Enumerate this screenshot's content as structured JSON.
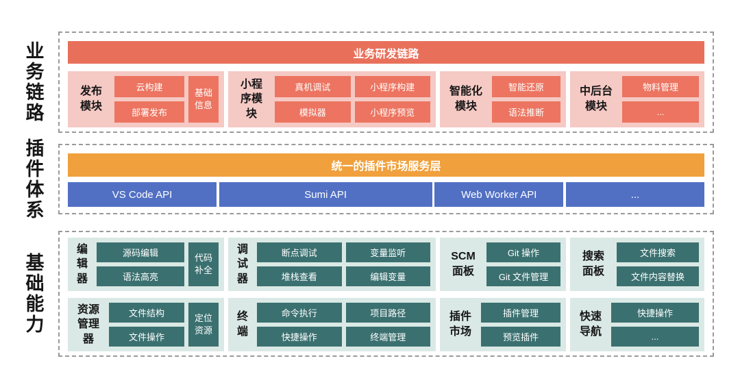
{
  "business": {
    "side_label": "业务链路",
    "header": "业务研发链路",
    "groups": [
      {
        "label": "发布\n模块",
        "blocks": [
          "云构建",
          "部署发布"
        ],
        "side_block": "基础\n信息"
      },
      {
        "label": "小程\n序模\n块",
        "blocks": [
          "真机调试",
          "小程序构建",
          "模拟器",
          "小程序预览"
        ]
      },
      {
        "label": "智能化\n模块",
        "blocks": [
          "智能还原",
          "语法推断"
        ]
      },
      {
        "label": "中后台\n模块",
        "blocks": [
          "物料管理",
          "..."
        ]
      }
    ]
  },
  "plugin": {
    "side_label": "插件体系",
    "header": "统一的插件市场服务层",
    "apis": [
      "VS Code API",
      "Sumi API",
      "Web Worker API",
      "..."
    ]
  },
  "foundation": {
    "side_label": "基础能力",
    "rows": [
      [
        {
          "label": "编\n辑\n器",
          "blocks": [
            "源码编辑",
            "语法高亮"
          ],
          "side_block": "代码\n补全"
        },
        {
          "label": "调\n试\n器",
          "blocks": [
            "断点调试",
            "变量监听",
            "堆栈查看",
            "编辑变量"
          ]
        },
        {
          "label": "SCM\n面板",
          "blocks": [
            "Git 操作",
            "Git 文件管理"
          ]
        },
        {
          "label": "搜索\n面板",
          "blocks": [
            "文件搜索",
            "文件内容替换"
          ]
        }
      ],
      [
        {
          "label": "资源\n管理\n器",
          "blocks": [
            "文件结构",
            "文件操作"
          ],
          "side_block": "定位\n资源"
        },
        {
          "label": "终\n端",
          "blocks": [
            "命令执行",
            "项目路径",
            "快捷操作",
            "终端管理"
          ]
        },
        {
          "label": "插件\n市场",
          "blocks": [
            "插件管理",
            "预览插件"
          ]
        },
        {
          "label": "快速\n导航",
          "blocks": [
            "快捷操作",
            "..."
          ]
        }
      ]
    ]
  },
  "colors": {
    "red_header": "#E8705B",
    "red_block": "#EC7460",
    "pink_group": "#F5C9C4",
    "orange_header": "#F0A03C",
    "blue_api": "#5170C4",
    "teal_block": "#3B7070",
    "teal_group": "#DAE9E5",
    "dash_border": "#999999"
  }
}
